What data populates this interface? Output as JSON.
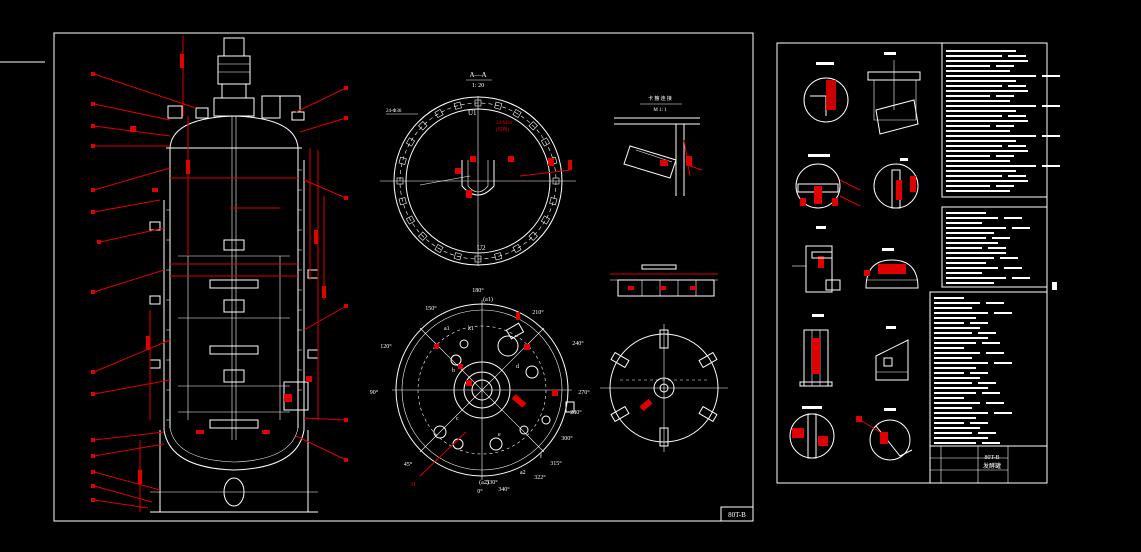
{
  "colors": {
    "background": "#000000",
    "line": "#ffffff",
    "dimension": "#e00000"
  },
  "main_sheet": {
    "title_block": "80T-B",
    "section_title": "A—A",
    "section_scale": "1: 20",
    "section_marks": [
      "U1",
      "U2"
    ],
    "section_notes": [
      "24-Φ36",
      "24-M30",
      "(均布)"
    ],
    "detail_title": "卡 箍 连 接",
    "detail_scale": "M 1: 1",
    "nozzle_angles": [
      "180°",
      "(a1)",
      "150°",
      "210°",
      "120°",
      "240°",
      "90°",
      "270°",
      "280°",
      "300°",
      "315°",
      "322°",
      "340°",
      "330°",
      "0°",
      "(a2)",
      "45°"
    ],
    "nozzle_marks": [
      "k1",
      "a1",
      "b",
      "c",
      "d",
      "e",
      "a2",
      "f"
    ]
  },
  "second_sheet": {
    "title_block_code": "80T-B",
    "title_block_name": "发酵罐"
  }
}
